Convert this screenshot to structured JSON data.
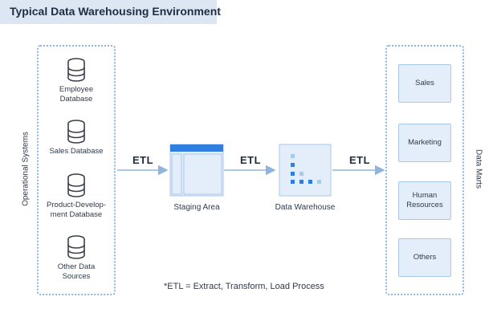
{
  "title": "Typical Data Warehousing Environment",
  "operational_systems": {
    "label": "Operational Systems",
    "sources": [
      {
        "label": "Employee\nDatabase",
        "icon": "database-icon"
      },
      {
        "label": "Sales Database",
        "icon": "database-icon"
      },
      {
        "label": "Product-Develop-\nment Database",
        "icon": "database-icon"
      },
      {
        "label": "Other Data\nSources",
        "icon": "database-icon"
      }
    ]
  },
  "etl_labels": [
    "ETL",
    "ETL",
    "ETL"
  ],
  "staging_area": {
    "label": "Staging Area",
    "icon": "staging-table-icon"
  },
  "data_warehouse": {
    "label": "Data Warehouse",
    "icon": "data-warehouse-grid-icon"
  },
  "data_marts": {
    "label": "Data Marts",
    "items": [
      "Sales",
      "Marketing",
      "Human\nResources",
      "Others"
    ]
  },
  "footnote": "*ETL = Extract, Transform, Load Process",
  "colors": {
    "accent": "#2f7fe0",
    "light_fill": "#e3eefa",
    "border": "#a8c8ec",
    "arrow": "#8fb5de"
  }
}
